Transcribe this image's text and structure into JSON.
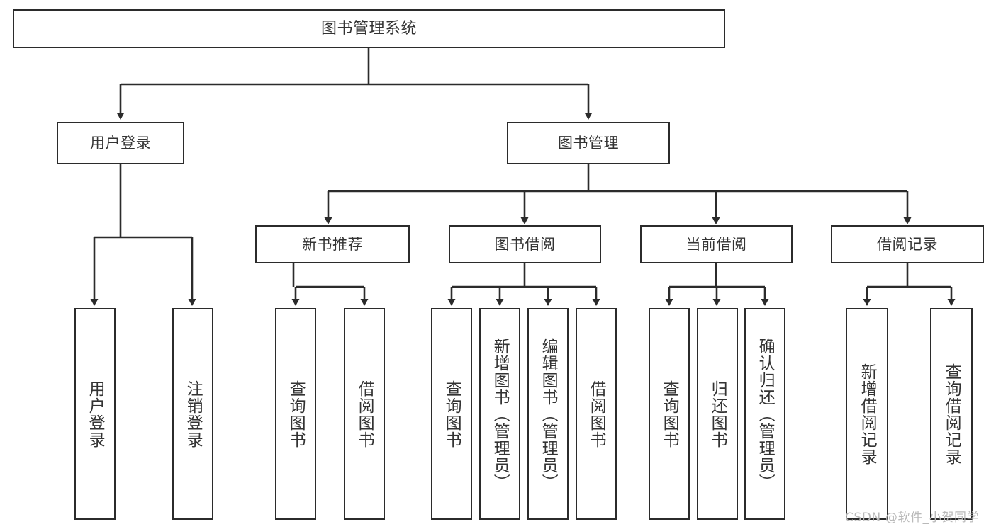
{
  "diagram": {
    "type": "tree-hierarchy-chart",
    "title": "图书管理系统",
    "orientation": "top-down",
    "colors": {
      "box_border": "#2b2b2b",
      "box_fill": "#ffffff",
      "text": "#333333",
      "edge": "#2b2b2b",
      "watermark": "#b9b9b9",
      "background": "#ffffff"
    }
  },
  "root": {
    "label": "图书管理系统"
  },
  "level2": [
    {
      "label": "用户登录"
    },
    {
      "label": "图书管理"
    }
  ],
  "level3": [
    {
      "label": "新书推荐"
    },
    {
      "label": "图书借阅"
    },
    {
      "label": "当前借阅"
    },
    {
      "label": "借阅记录"
    }
  ],
  "leaves": {
    "user_login": [
      {
        "label": "用户登录"
      },
      {
        "label": "注销登录"
      }
    ],
    "new_book_recommend": [
      {
        "label": "查询图书"
      },
      {
        "label": "借阅图书"
      }
    ],
    "book_borrow": [
      {
        "label": "查询图书"
      },
      {
        "label": "新增图书（管理员）"
      },
      {
        "label": "编辑图书（管理员）"
      },
      {
        "label": "借阅图书"
      }
    ],
    "current_borrow": [
      {
        "label": "查询图书"
      },
      {
        "label": "归还图书"
      },
      {
        "label": "确认归还（管理员）"
      }
    ],
    "borrow_record": [
      {
        "label": "新增借阅记录"
      },
      {
        "label": "查询借阅记录"
      }
    ]
  },
  "watermark": {
    "text": "CSDN @软件_小贺同学"
  }
}
